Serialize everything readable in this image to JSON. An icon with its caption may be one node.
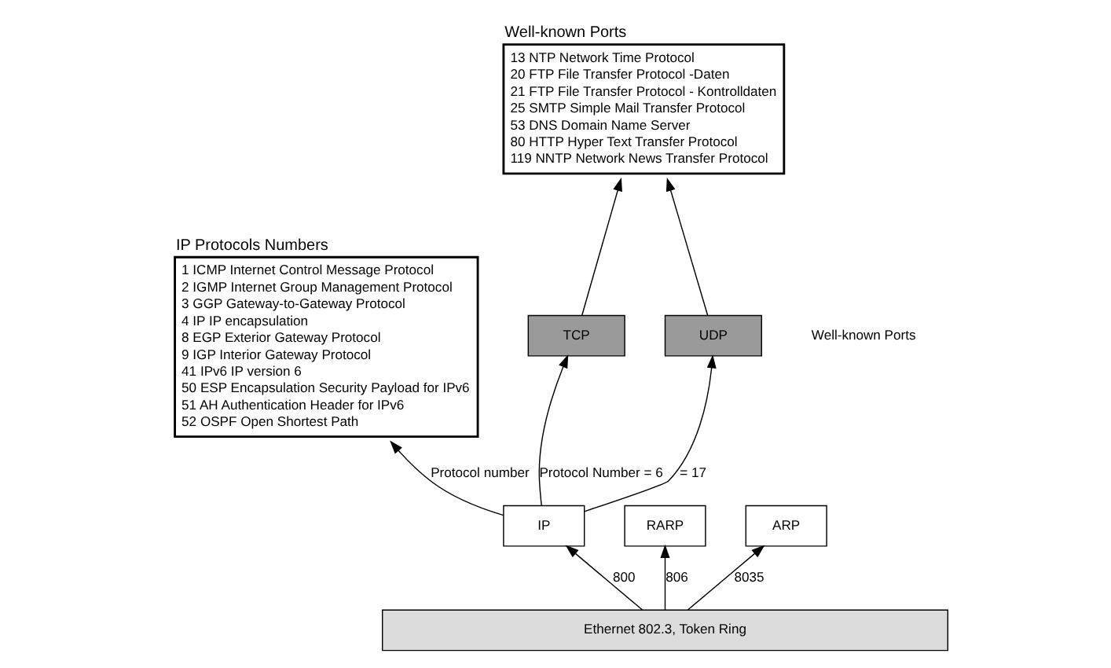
{
  "diagram": {
    "nodes": [
      {
        "text": [
          "Well-known Ports",
          "13 NTP Network Time Protocol",
          "20 FTP File Transfer Protocol -Daten",
          "21 FTP File Transfer Protocol - Kontrolldaten",
          "25 SMTP Simple Mail Transfer Protocol",
          "53 DNS Domain Name Server",
          "80 HTTP Hyper Text Transfer Protocol",
          "119 NNTP Network News Transfer Protocol"
        ]
      },
      {
        "text": [
          "IP Protocols Numbers",
          "1 ICMP Internet Control Message Protocol",
          "2 IGMP Internet Group Management Protocol",
          "3 GGP Gateway-to-Gateway Protocol",
          "4 IP IP encapsulation",
          "8 EGP Exterior Gateway Protocol",
          "9 IGP Interior Gateway Protocol",
          "41 IPv6 IP version 6",
          "50 ESP Encapsulation Security Payload for IPv6",
          "51 AH Authentication Header for IPv6",
          "52 OSPF Open Shortest Path"
        ]
      },
      {
        "text": [
          "TCP"
        ]
      },
      {
        "text": [
          "UDP"
        ]
      },
      {
        "text": [
          "IP"
        ]
      },
      {
        "text": [
          "RARP"
        ]
      },
      {
        "text": [
          "ARP"
        ]
      },
      {
        "text": [
          "Ethernet 802.3, Token Ring"
        ]
      }
    ],
    "edges": [
      {
        "from": 2,
        "to": 0,
        "arrow": "to"
      },
      {
        "from": 3,
        "to": 0,
        "arrow": "to"
      },
      {
        "from": 4,
        "to": 2,
        "arrow": "to",
        "label": "Protocol Number = 6"
      },
      {
        "from": 4,
        "to": 3,
        "arrow": "to",
        "label": "= 17"
      },
      {
        "from": 4,
        "to": 1,
        "arrow": "to",
        "label": "Protocol number"
      },
      {
        "from": 7,
        "to": 4,
        "arrow": "to",
        "label": "800"
      },
      {
        "from": 7,
        "to": 5,
        "arrow": "to",
        "label": "806"
      },
      {
        "from": 7,
        "to": 6,
        "arrow": "to",
        "label": "8035"
      }
    ],
    "labels": [
      "Well-known Ports"
    ]
  }
}
